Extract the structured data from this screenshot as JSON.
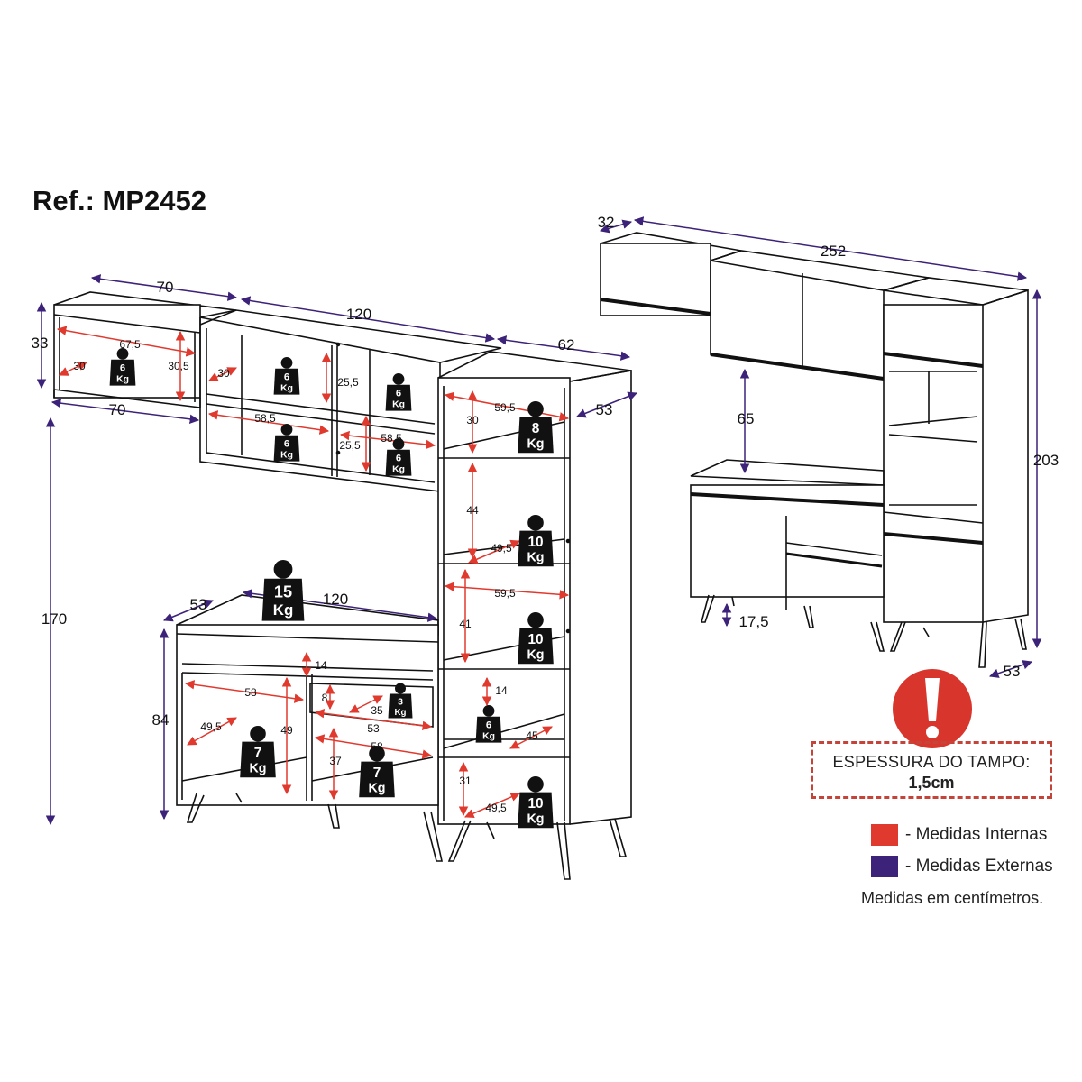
{
  "reference": "Ref.: MP2452",
  "colors": {
    "internal": "#e03a2f",
    "external": "#3c2278",
    "line": "#111111",
    "warning": "#d8362c"
  },
  "load_unit": "Kg",
  "left_view": {
    "dimensions": [
      "70",
      "120",
      "62",
      "33",
      "67,5",
      "30",
      "30,5",
      "70",
      "30",
      "25,5",
      "58,5",
      "25,5",
      "58,5",
      "59,5",
      "53",
      "30",
      "44",
      "49,5",
      "59,5",
      "41",
      "14",
      "45",
      "31",
      "49,5",
      "170",
      "53",
      "120",
      "84",
      "14",
      "58",
      "8",
      "35",
      "53",
      "49,5",
      "49",
      "58",
      "37"
    ],
    "loads": [
      "6",
      "6",
      "6",
      "6",
      "6",
      "8",
      "10",
      "15",
      "10",
      "3",
      "6",
      "7",
      "7",
      "10"
    ]
  },
  "right_view": {
    "dimensions": [
      "32",
      "252",
      "203",
      "65",
      "17,5",
      "53"
    ]
  },
  "warning": {
    "title": "ESPESSURA DO TAMPO:",
    "value": "1,5cm"
  },
  "legend": [
    {
      "color": "#e03a2f",
      "label": "- Medidas Internas"
    },
    {
      "color": "#3c2278",
      "label": "- Medidas Externas"
    }
  ],
  "note": "Medidas em centímetros."
}
